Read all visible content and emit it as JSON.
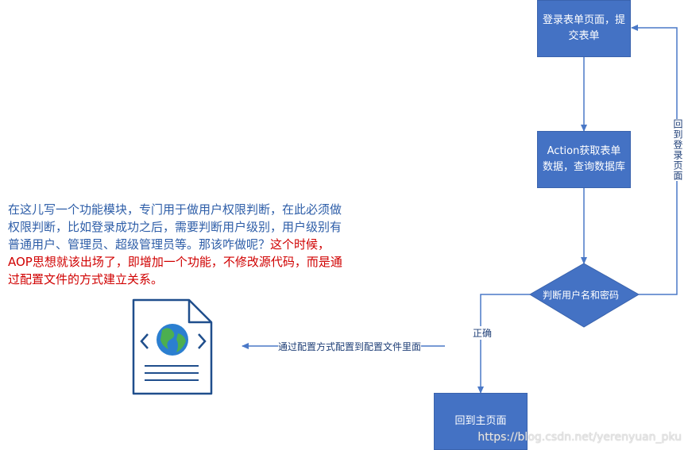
{
  "boxes": {
    "login": "登录表单页面，提交表单",
    "action": "Action获取表单数据，查询数据库",
    "judge": "判断用户名和密码",
    "home": "回到主页面"
  },
  "labels": {
    "correct": "正确",
    "back": "回到登录页面",
    "config": "通过配置方式配置到配置文件里面"
  },
  "note": {
    "blue": "在这儿写一个功能模块，专门用于做用户权限判断，在此必须做权限判断，比如登录成功之后，需要判断用户级别，用户级别有普通用户、管理员、超级管理员等。那该咋做呢？",
    "red": "这个时候，AOP思想就该出场了，即增加一个功能，不修改源代码，而是通过配置文件的方式建立关系。"
  },
  "watermark": "https://blog.csdn.net/yerenyuan_pku",
  "colors": {
    "box_fill": "#4472c4",
    "line": "#4a78c7",
    "note_blue": "#2e5ea8",
    "note_red": "#d00000"
  }
}
